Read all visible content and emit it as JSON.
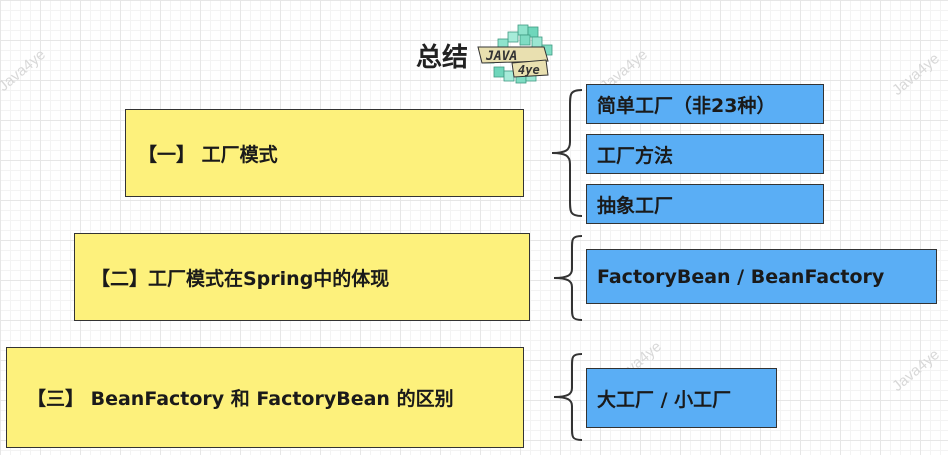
{
  "title": "总结",
  "logo": {
    "word_top": "JAVA",
    "word_bottom": "4ye",
    "icon": "java4ye-logo-icon"
  },
  "watermark": "Java4ye",
  "topics": [
    {
      "label": "【一】 工厂模式",
      "children": [
        "简单工厂（非23种）",
        "工厂方法",
        "抽象工厂"
      ]
    },
    {
      "label": "【二】工厂模式在Spring中的体现",
      "children": [
        "FactoryBean / BeanFactory"
      ]
    },
    {
      "label": "【三】 BeanFactory 和 FactoryBean 的区别",
      "children": [
        "大工厂 / 小工厂"
      ]
    }
  ],
  "colors": {
    "topic_fill": "#fdf17c",
    "subtopic_fill": "#5aaef5",
    "border": "#333333"
  }
}
